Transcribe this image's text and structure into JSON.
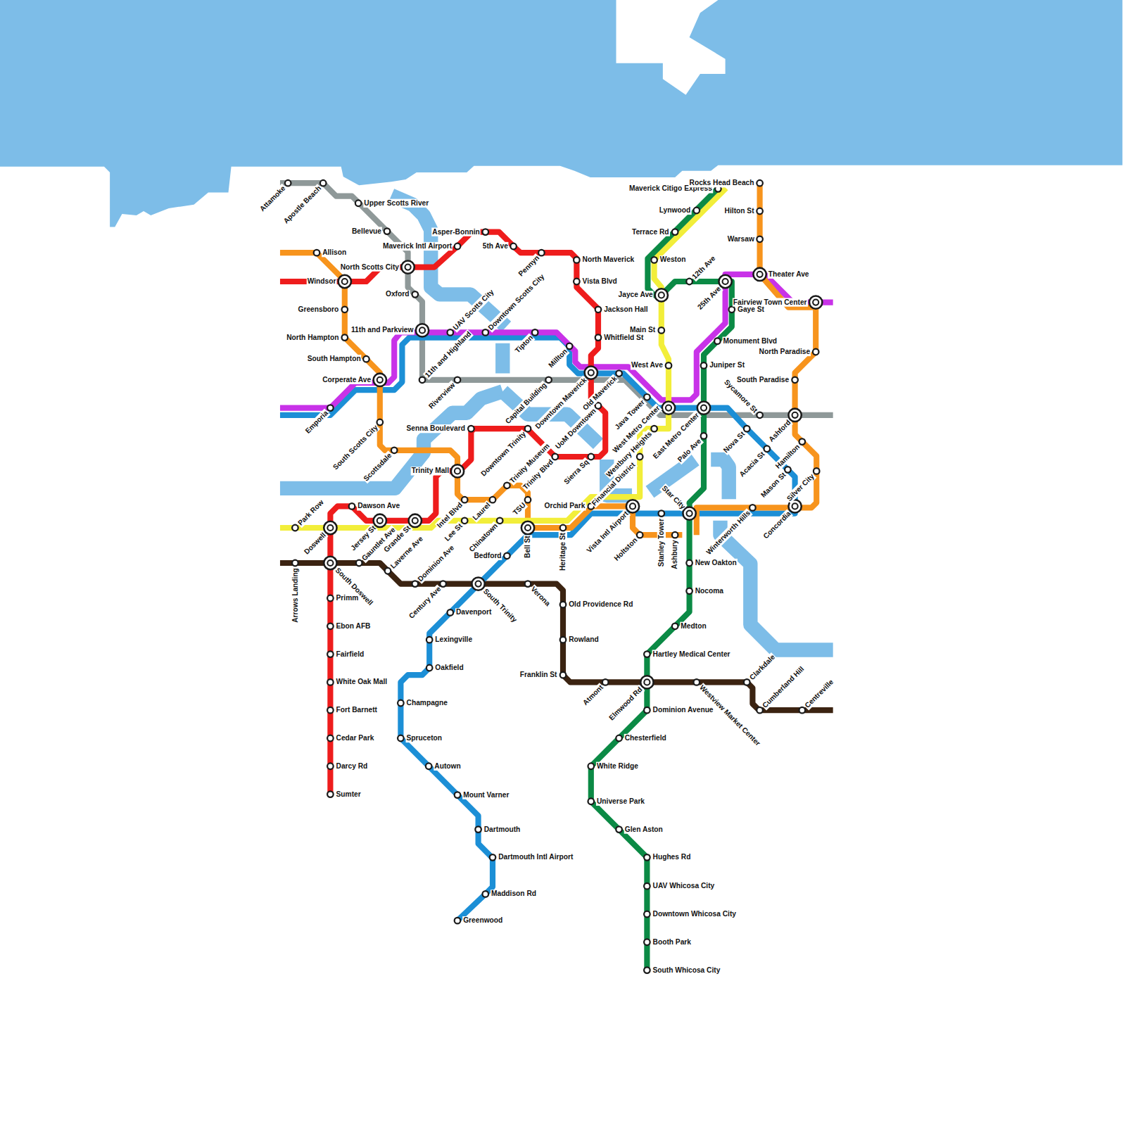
{
  "diagram": {
    "labels": [
      "Attamoke",
      "Apostle Beach",
      "Upper Scotts River",
      "Bellevue",
      "North Scotts City",
      "Oxford",
      "Allison",
      "Windsor",
      "Greensboro",
      "North Hampton",
      "South Hampton",
      "Corperate Ave",
      "Emporia",
      "South Scotts City",
      "Scottsdale",
      "11th and Parkview",
      "11th and Highland",
      "UAV Scotts City",
      "Downtown Scotts City",
      "Riverview",
      "Maverick Intl Airport",
      "Asper-Bonnin",
      "5th Ave",
      "Pennyn",
      "North Maverick",
      "Vista Blvd",
      "Jackson Hall",
      "Whitfield St",
      "Tipton",
      "Millton",
      "Capital Building",
      "Downtown Maverick",
      "Old Maverick",
      "West Ave",
      "Java Tower",
      "UoM Downtown",
      "Senna Boulevard",
      "Downtown Trinity",
      "Trinity Museum",
      "Trinity Blvd",
      "Sierra Sq",
      "West Metro Center",
      "Westbury Heights",
      "Financial District",
      "East Metro Center",
      "Palo Ave",
      "Trinity Mall",
      "Intel Blvd",
      "Laurel",
      "TSU",
      "Orchid Park",
      "Vista Intl Airport",
      "Holtston",
      "Stanley Tower",
      "Ashbury",
      "Star City",
      "Park Row",
      "Doswell",
      "Dawson Ave",
      "Jersey St",
      "Grande St",
      "Lee St",
      "Chinatown",
      "Bell St",
      "Heritage St",
      "Bedford",
      "Arrows Landing",
      "South Doswell",
      "Gauntlet Ave",
      "Laverne Ave",
      "Dominion Ave",
      "Century Ave",
      "South Trinity",
      "Verona",
      "Old Providence Rd",
      "Rowland",
      "Franklin St",
      "Atmont",
      "Elmwood Rd",
      "Westview Market Center",
      "Clarkdale",
      "Cumberland Hill",
      "Centreville",
      "Primm",
      "Ebon AFB",
      "Fairfield",
      "White Oak Mall",
      "Fort Barnett",
      "Cedar Park",
      "Darcy Rd",
      "Sumter",
      "Davenport",
      "Lexingville",
      "Oakfield",
      "Champagne",
      "Spruceton",
      "Autown",
      "Mount Varner",
      "Dartmouth",
      "Dartmouth Intl Airport",
      "Maddison Rd",
      "Greenwood",
      "Maverick Citigo Express",
      "Rocks Head Beach",
      "Hilton St",
      "Warsaw",
      "Lynwood",
      "Terrace Rd",
      "Weston",
      "Jayce Ave",
      "12th Ave",
      "25th Ave",
      "Theater Ave",
      "Fairview Town Center",
      "Gaye St",
      "Monument Blvd",
      "Juniper St",
      "Main St",
      "North Paradise",
      "South Paradise",
      "Sycamore St",
      "Ashford",
      "Nova St",
      "Acacia St",
      "Hamilton",
      "Mason St",
      "Silver City",
      "Concordia",
      "Winterworth Hills",
      "New Oakton",
      "Nocoma",
      "Medton",
      "Hartley Medical Center",
      "Dominion Avenue",
      "Chesterfield",
      "White Ridge",
      "Universe Park",
      "Glen Aston",
      "Hughes Rd",
      "UAV Whicosa City",
      "Downtown Whicosa City",
      "Booth Park",
      "South Whicosa City"
    ]
  }
}
